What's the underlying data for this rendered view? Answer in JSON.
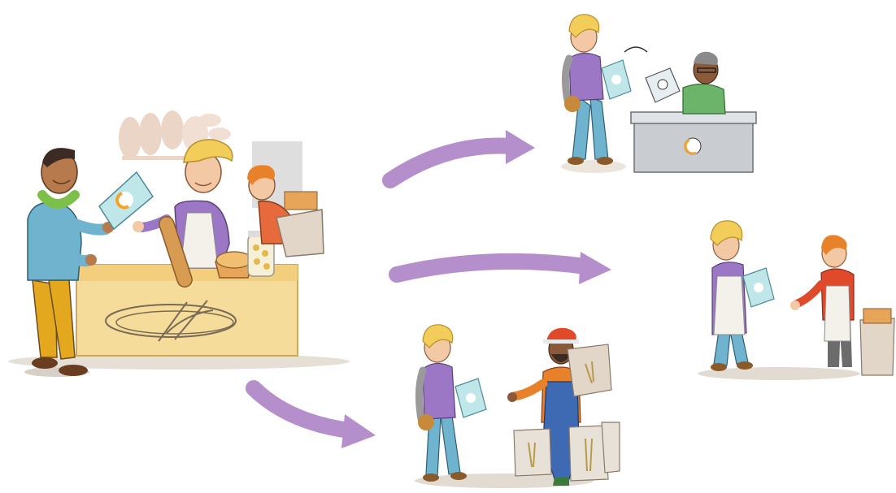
{
  "illustration": {
    "scenes": [
      {
        "id": "bakery",
        "figures": [
          "customer-man",
          "baker-woman",
          "boy-with-bag"
        ]
      },
      {
        "id": "counter",
        "figures": [
          "woman-with-voucher",
          "clerk-at-counter"
        ]
      },
      {
        "id": "market",
        "figures": [
          "woman-with-voucher",
          "boy-with-wheat-bag"
        ]
      },
      {
        "id": "farmer",
        "figures": [
          "woman-with-voucher",
          "farmer-with-sacks"
        ]
      }
    ],
    "arrows": 3,
    "colors": {
      "arrow": "#b58fcb",
      "purple_shirt": "#9b77c6",
      "counter_wood": "#f6dc9a",
      "teal_shirt": "#6fb3cf",
      "mustard_pants": "#e4a81f",
      "orange_shirt": "#e66a3b",
      "green_shirt": "#6bb46a",
      "voucher": "#bfe7ea",
      "steel": "#c9cdd2"
    }
  }
}
